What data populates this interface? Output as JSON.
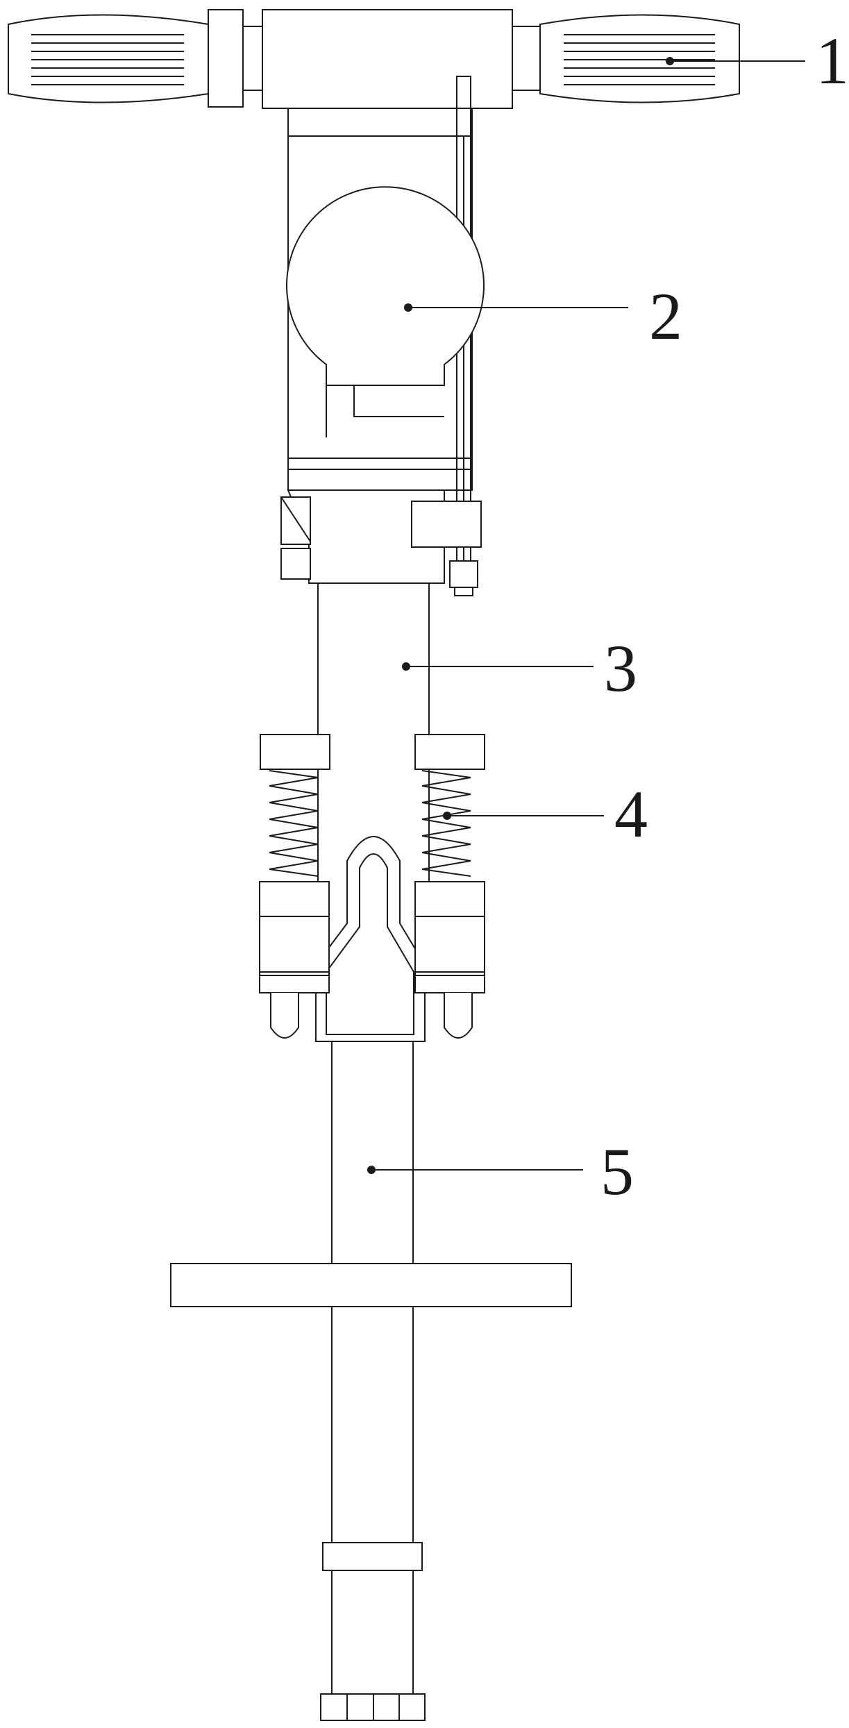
{
  "figure": {
    "callouts": [
      {
        "id": "1",
        "label": "1"
      },
      {
        "id": "2",
        "label": "2"
      },
      {
        "id": "3",
        "label": "3"
      },
      {
        "id": "4",
        "label": "4"
      },
      {
        "id": "5",
        "label": "5"
      }
    ]
  },
  "colors": {
    "line": "#1a1a1a",
    "background": "#ffffff"
  }
}
